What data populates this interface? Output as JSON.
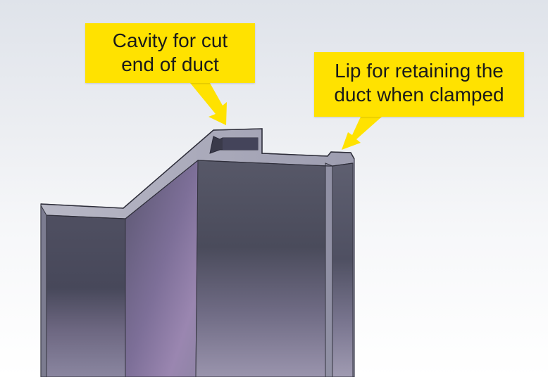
{
  "callouts": [
    {
      "lines": [
        "Cavity for cut",
        "end of duct"
      ]
    },
    {
      "lines": [
        "Lip for retaining the",
        "duct when clamped"
      ]
    }
  ],
  "colors": {
    "callout_background": "#ffe200",
    "callout_text": "#1a1a1a",
    "extrusion_face": "#5a5a6e",
    "extrusion_edge": "#8c8ca2",
    "extrusion_highlight": "#a58cb4"
  }
}
